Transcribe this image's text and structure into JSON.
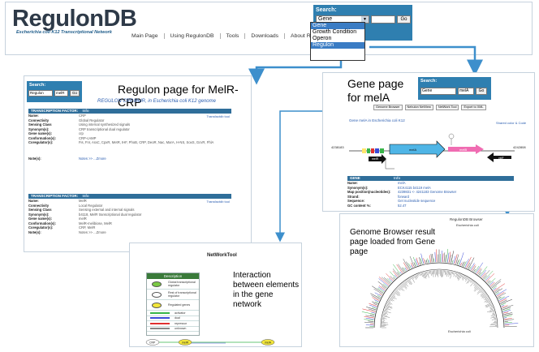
{
  "header": {
    "logo": "RegulonDB",
    "logo_subtitle": "Escherichia coli K12 Transcriptional Network",
    "nav": [
      "Main Page",
      "Using RegulonDB",
      "Tools",
      "Downloads",
      "About RegulonDB"
    ],
    "search": {
      "title": "Search:",
      "selected": "Gene",
      "button": "Go",
      "options": [
        "Gene",
        "Growth Condition",
        "Operon",
        "Regulon"
      ],
      "highlighted": [
        "Gene",
        "Regulon"
      ]
    }
  },
  "regulon_panel": {
    "title": "Regulon page for MelR-CRP",
    "subtitle": "REGULON CRP,MelR, in Escherichia coli K12 genome",
    "search": {
      "title": "Search:",
      "selected": "Regulon",
      "value": "melR",
      "button": "Go"
    },
    "tf1": {
      "header": "TRANSCRIPTION FACTOR:",
      "info": "Info",
      "tool_link": "Transfactdb tool",
      "fields": [
        {
          "label": "Name:",
          "value": "CRP"
        },
        {
          "label": "Connectivity",
          "value": "Global Regulator"
        },
        {
          "label": "Sensing Class",
          "value": "Using internal synthesized signals"
        },
        {
          "label": "Synonym(s):",
          "value": "CRP transcriptional dual regulator"
        },
        {
          "label": "Gene name(s):",
          "value": "crp"
        },
        {
          "label": "Conformation(s):",
          "value": "CRP-cAMP"
        },
        {
          "label": "Coregulator(s):",
          "value": "Fis, Fnr, AraC, CpxR, MetR, IHF, PhoB, CRP, DeoR, Nac, MarA, H-NS, SoxS, GcvR, FhlA"
        }
      ],
      "notes_label": "Note(s):",
      "notes": "Notes >> ...Zmore"
    },
    "tf2": {
      "header": "TRANSCRIPTION FACTOR:",
      "info": "Info",
      "tool_link": "Transfactdb tool",
      "fields": [
        {
          "label": "Name:",
          "value": "MelR"
        },
        {
          "label": "Connectivity",
          "value": "Local Regulator"
        },
        {
          "label": "Sensing Class",
          "value": "Sensing external and internal signals"
        },
        {
          "label": "Synonym(s):",
          "value": "b4118, MelR transcriptional dual regulator"
        },
        {
          "label": "Gene name(s):",
          "value": "melR"
        },
        {
          "label": "Conformation(s):",
          "value": "MelR-melibiose, MelR"
        },
        {
          "label": "Coregulator(s):",
          "value": "CRP, MelR"
        },
        {
          "label": "Note(s):",
          "value": "Notes >> ...Zmore"
        }
      ]
    }
  },
  "gene_panel": {
    "title": "Gene page for melA",
    "search": {
      "title": "Search:",
      "selected": "Gene",
      "value": "melA",
      "button": "Go"
    },
    "buttons": [
      "Genome Browser",
      "Nebulon NetView",
      "NetWork Tool",
      "Export to XML"
    ],
    "subtitle": "Gene melA in Escherichia coli K12",
    "link": "Shared color & Code",
    "coords_left": "4238183",
    "coords_right": "4242808",
    "genes": [
      "melR",
      "melA",
      "melB",
      "yjdF"
    ],
    "gene_header": "GENE",
    "gene_info": "Info",
    "fields": [
      {
        "label": "Name:",
        "value": "melA"
      },
      {
        "label": "Synonym(s):",
        "value": "ECK4115 b4119 melA"
      },
      {
        "label": "Map position(nucleotides):",
        "value": "4239831 <- 4241183 Genome Browser"
      },
      {
        "label": "Strand:",
        "value": "forward"
      },
      {
        "label": "Sequence:",
        "value": "Get nucleotide sequence"
      },
      {
        "label": "GC content %:",
        "value": "52.47"
      }
    ]
  },
  "network_panel": {
    "title": "NetWorkTool",
    "legend_header": "Description",
    "legend": [
      {
        "label": "Global transcriptional regulator",
        "color": "#7ac943"
      },
      {
        "label": "Rest of transcriptional regulator",
        "color": "#ffffff"
      },
      {
        "label": "Regulated genes",
        "color": "#f2e63a"
      },
      {
        "label": "activator",
        "color": "#39b54a"
      },
      {
        "label": "dual",
        "color": "#3b4bd8"
      },
      {
        "label": "repressor",
        "color": "#e03030"
      },
      {
        "label": "unknown",
        "color": "#888888"
      }
    ],
    "annotation": "Interaction between elements in the gene network",
    "nodes": [
      "CRP",
      "melR",
      "melA"
    ]
  },
  "browser_panel": {
    "title": "Genome Browser result page loaded from Gene page",
    "header": "RegulonDB Browser",
    "subheader": "Escherichia coli",
    "center_label": "Escherichia coli"
  },
  "colors": {
    "accent": "#2f7fb0",
    "arrow": "#3d8fcc",
    "tf_header": "#2f6e9a"
  }
}
